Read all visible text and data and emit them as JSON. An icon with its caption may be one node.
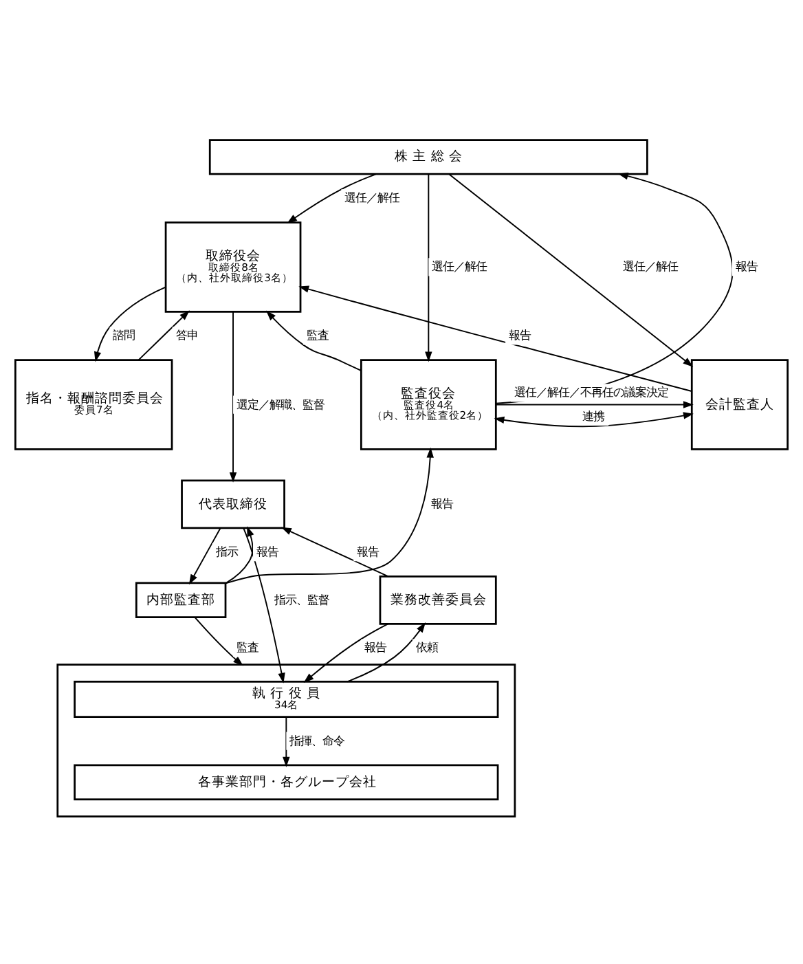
{
  "diagram": {
    "nodes": [
      {
        "text": [
          "株 主 総 会"
        ]
      },
      {
        "text": [
          "指名・報酬諮問委員会",
          "委員7名"
        ]
      },
      {
        "text": [
          "取締役会",
          "取締役8名",
          "（内、社外取締役3名）"
        ]
      },
      {
        "text": [
          "監査役会",
          "監査役4名",
          "（内、社外監査役2名）"
        ]
      },
      {
        "text": [
          "会計監査人"
        ]
      },
      {
        "text": [
          "代表取締役"
        ]
      },
      {
        "text": [
          "内部監査部"
        ]
      },
      {
        "text": [
          "業務改善委員会"
        ]
      },
      {
        "text": [],
        "shape": "box"
      },
      {
        "text": [
          "執 行 役 員",
          "34名"
        ],
        "in": 8
      },
      {
        "text": [
          "各事業部門・各グループ会社"
        ],
        "in": 8
      }
    ],
    "edges": [
      {
        "from": 0,
        "to": 2,
        "arrow": "to",
        "label": "選任／解任"
      },
      {
        "from": 3,
        "to": 0,
        "arrow": "to",
        "label": "報告"
      },
      {
        "from": 0,
        "to": 3,
        "arrow": "to",
        "label": "選任／解任"
      },
      {
        "from": 0,
        "to": 4,
        "arrow": "to",
        "label": "選任／解任"
      },
      {
        "from": 4,
        "to": 2,
        "arrow": "to",
        "label": "報告"
      },
      {
        "from": 2,
        "to": 1,
        "arrow": "to",
        "label": "諮問"
      },
      {
        "from": 1,
        "to": 2,
        "arrow": "to",
        "label": "答申"
      },
      {
        "from": 3,
        "to": 2,
        "arrow": "to",
        "label": "監査"
      },
      {
        "from": 3,
        "to": 4,
        "arrow": "both",
        "label": "連携"
      },
      {
        "from": 3,
        "to": 4,
        "arrow": "to",
        "label": "選任／解任／不再任の議案決定"
      },
      {
        "from": 2,
        "to": 5,
        "arrow": "to",
        "label": "選定／解職、監督"
      },
      {
        "from": 6,
        "to": 3,
        "arrow": "to",
        "label": "報告"
      },
      {
        "from": 7,
        "to": 5,
        "arrow": "to",
        "label": "報告"
      },
      {
        "from": 5,
        "to": 6,
        "arrow": "to",
        "label": "指示"
      },
      {
        "from": 6,
        "to": 5,
        "arrow": "to",
        "label": "報告"
      },
      {
        "from": 5,
        "to": 9,
        "arrow": "to",
        "label": "指示、監督"
      },
      {
        "from": 6,
        "to": 8,
        "arrow": "to",
        "label": "監査"
      },
      {
        "from": 7,
        "to": 9,
        "arrow": "to",
        "label": "報告"
      },
      {
        "from": 9,
        "to": 7,
        "arrow": "to",
        "label": "依頼"
      },
      {
        "from": 9,
        "to": 10,
        "arrow": "to",
        "label": "指揮、命令"
      }
    ]
  }
}
